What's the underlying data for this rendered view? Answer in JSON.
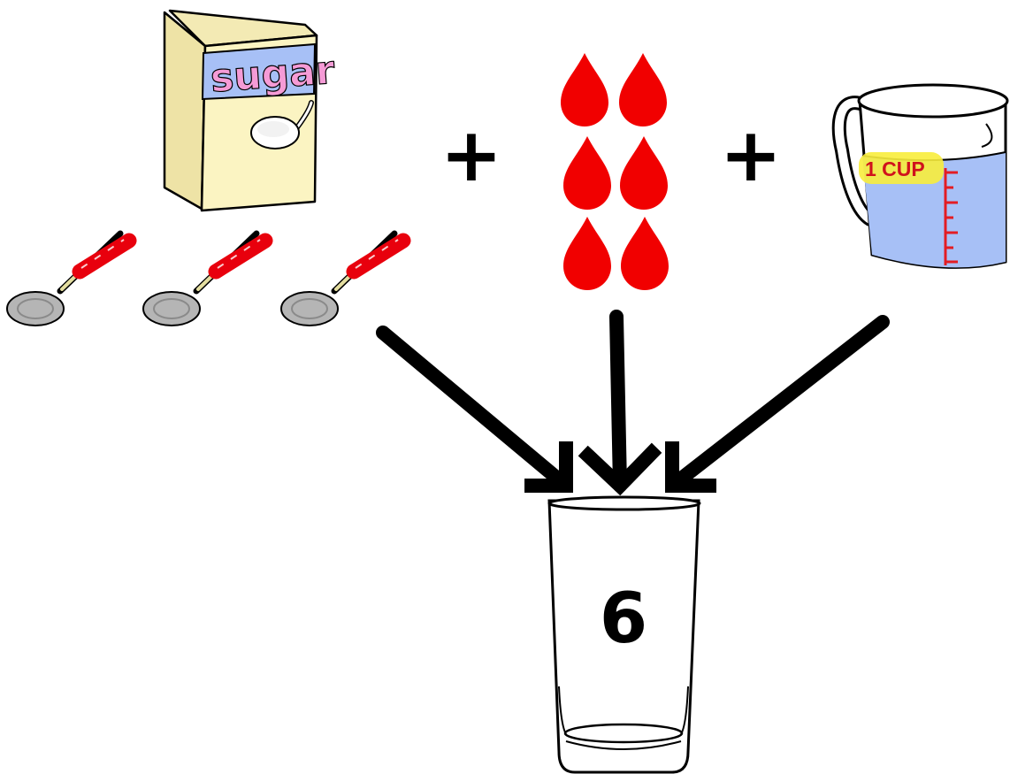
{
  "sugar_bag": {
    "label": "sugar",
    "icon": "sugar-bag-icon",
    "label_color": "#f59bd6",
    "bag_color": "#fbf4c2",
    "band_color": "#a7c0f6"
  },
  "spoons": {
    "count": 3,
    "icon": "teaspoon-icon",
    "handle_color": "#e8000d"
  },
  "food_coloring": {
    "drop_count": 6,
    "icon": "red-drop-icon",
    "color": "#f10000"
  },
  "water": {
    "measure_label": "1 CUP",
    "icon": "measuring-cup-icon",
    "water_color": "#a7c0f6",
    "label_color": "#d0121c",
    "highlight_color": "#f8ed3c"
  },
  "operators": {
    "plus_1": "+",
    "plus_2": "+"
  },
  "glass": {
    "number": "6",
    "icon": "drinking-glass-icon"
  },
  "arrows": {
    "count": 3,
    "icon": "arrow-icon",
    "color": "#000000"
  }
}
